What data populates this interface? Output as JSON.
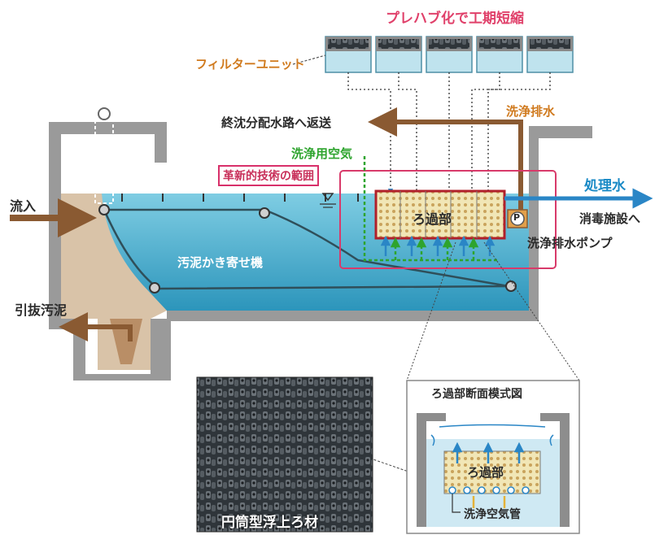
{
  "labels": {
    "prefab": "プレハブ化で工期短縮",
    "filter_unit": "フィルターユニット",
    "return_line": "終沈分配水路へ返送",
    "wash_drain": "洗浄排水",
    "wash_air": "洗浄用空気",
    "innovation_scope": "革新的技術の範囲",
    "treated_water": "処理水",
    "to_disinfection": "消毒施設へ",
    "wash_drain_pump": "洗浄排水ポンプ",
    "pump_symbol": "P",
    "inflow": "流入",
    "sludge_collector": "汚泥かき寄せ機",
    "sludge_withdrawal": "引抜汚泥",
    "filter_section": "ろ過部",
    "cross_section_title": "ろ過部断面模式図",
    "cross_filter": "ろ過部",
    "air_pipe": "洗浄空気管",
    "media_caption": "円筒型浮上ろ材"
  },
  "colors": {
    "water": "#4fb6d4",
    "water_dark": "#2a8fb4",
    "concrete": "#9a9a9a",
    "sludge": "#d9c3a8",
    "brown_arrow": "#8a5a32",
    "blue_arrow": "#2a86c6",
    "pink_frame": "#d83a6a",
    "green_dash": "#2ea42e",
    "orange_text": "#d07a1e"
  }
}
